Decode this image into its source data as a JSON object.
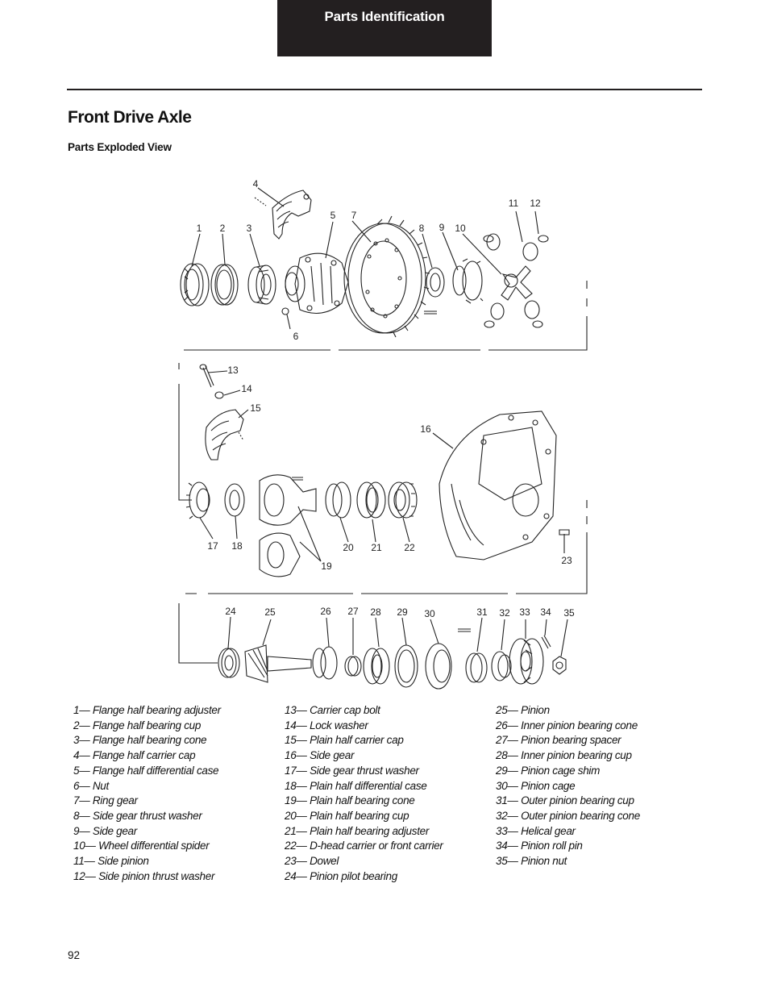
{
  "header": {
    "tab_label": "Parts Identification"
  },
  "page": {
    "title": "Front Drive Axle",
    "subtitle": "Parts Exploded View",
    "page_number": "92"
  },
  "diagram": {
    "callouts": [
      "1",
      "2",
      "3",
      "4",
      "5",
      "6",
      "7",
      "8",
      "9",
      "10",
      "11",
      "12",
      "13",
      "14",
      "15",
      "16",
      "17",
      "18",
      "19",
      "20",
      "21",
      "22",
      "23",
      "24",
      "25",
      "26",
      "27",
      "28",
      "29",
      "30",
      "31",
      "32",
      "33",
      "34",
      "35"
    ]
  },
  "legend": {
    "column1": [
      "1— Flange half bearing adjuster",
      "2— Flange half bearing cup",
      "3— Flange half bearing cone",
      "4— Flange half carrier cap",
      "5— Flange half differential case",
      "6— Nut",
      "7— Ring gear",
      "8— Side gear thrust washer",
      "9— Side gear",
      "10— Wheel differential spider",
      "11— Side pinion",
      "12— Side pinion thrust washer"
    ],
    "column2": [
      "13— Carrier cap bolt",
      "14— Lock washer",
      "15— Plain half carrier cap",
      "16— Side gear",
      "17— Side gear thrust washer",
      "18— Plain half differential case",
      "19— Plain half bearing cone",
      "20— Plain half bearing cup",
      "21— Plain half bearing adjuster",
      "22— D-head carrier or front carrier",
      "23— Dowel",
      "24— Pinion pilot bearing"
    ],
    "column3": [
      "25— Pinion",
      "26— Inner pinion bearing cone",
      "27— Pinion bearing spacer",
      "28— Inner pinion bearing cup",
      "29— Pinion cage shim",
      "30— Pinion cage",
      "31— Outer pinion bearing cup",
      "32— Outer pinion bearing cone",
      "33— Helical gear",
      "34— Pinion roll pin",
      "35— Pinion nut"
    ]
  }
}
